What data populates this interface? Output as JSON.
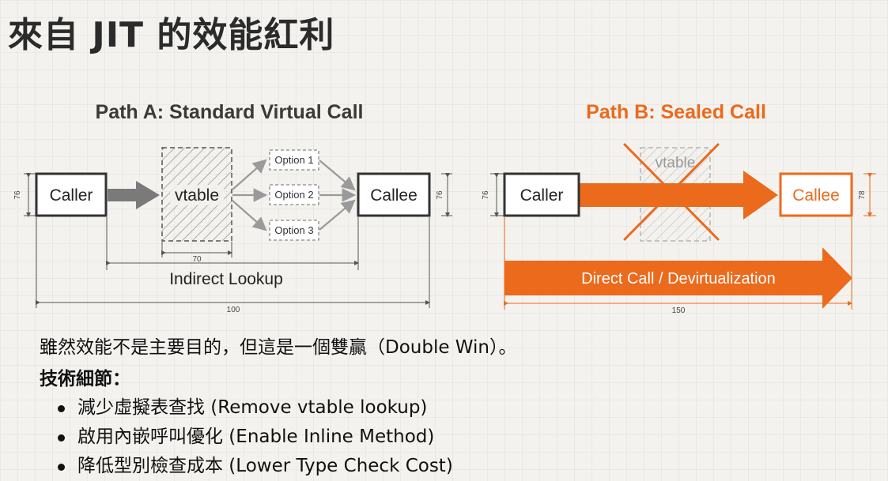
{
  "slide_title": "來自 JIT 的效能紅利",
  "path_a": {
    "title": "Path A: Standard Virtual Call",
    "caller": "Caller",
    "vtable": "vtable",
    "options": [
      "Option 1",
      "Option 2",
      "Option 3"
    ],
    "callee": "Callee",
    "lookup_label": "Indirect Lookup",
    "dim_caller_height": "76",
    "dim_callee_height": "76",
    "dim_vtable_width": "70",
    "dim_total_width": "100"
  },
  "path_b": {
    "title": "Path B: Sealed Call",
    "caller": "Caller",
    "vtable_ghost": "vtable",
    "callee": "Callee",
    "direct_label": "Direct Call / Devirtualization",
    "dim_caller_height": "76",
    "dim_callee_height": "78",
    "dim_total_width": "150"
  },
  "colors": {
    "accent": "#ec6a1c",
    "dark": "#3a3a3a",
    "gray": "#8a8a8a"
  },
  "body": {
    "line1": "雖然效能不是主要目的，但這是一個雙贏（Double Win）。",
    "line2": "技術細節：",
    "bullets": [
      "減少虛擬表查找 (Remove vtable lookup)",
      "啟用內嵌呼叫優化 (Enable Inline Method)",
      "降低型別檢查成本 (Lower Type Check Cost)"
    ]
  }
}
